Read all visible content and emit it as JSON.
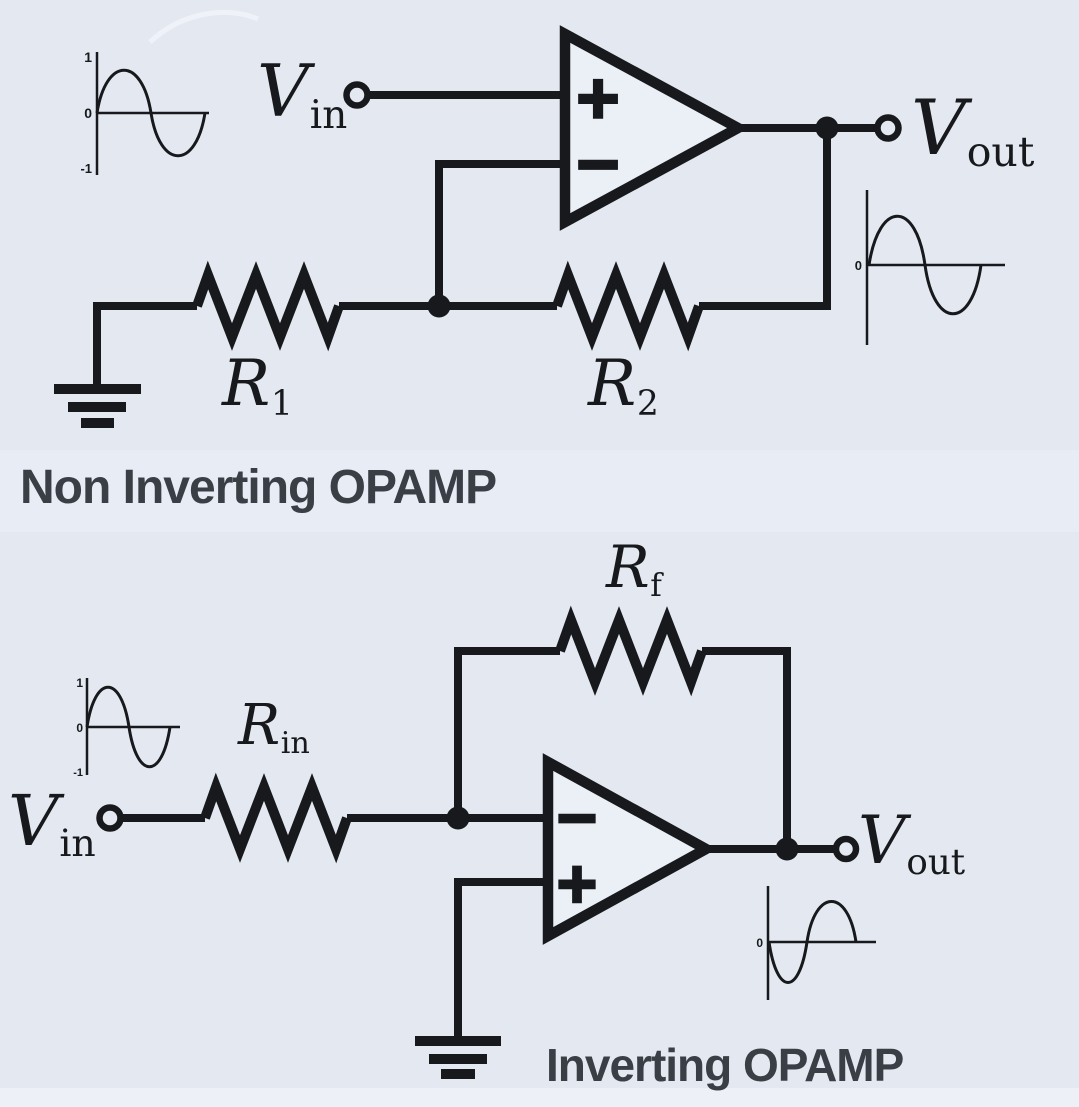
{
  "colors": {
    "background": "#e4e9f1",
    "line": "#17191d",
    "caption_text": "#3a3f46",
    "opamp_fill": "#ebf0f7"
  },
  "non_inverting_circuit": {
    "caption": "Non Inverting OPAMP",
    "vin": {
      "base": "V",
      "sub": "in"
    },
    "vout": {
      "base": "V",
      "sub": "out"
    },
    "r1": {
      "base": "R",
      "sub": "1"
    },
    "r2": {
      "base": "R",
      "sub": "2"
    },
    "opamp": {
      "noninv_input": "+",
      "inv_input": "−"
    },
    "input_wave": {
      "top_tick": "1",
      "zero_tick": "0",
      "bottom_tick": "-1",
      "shape": "sine, positive half-cycle first"
    },
    "output_wave": {
      "zero_tick": "0",
      "shape": "sine, positive half-cycle first (in phase with input)"
    }
  },
  "inverting_circuit": {
    "caption": "Inverting OPAMP",
    "vin": {
      "base": "V",
      "sub": "in"
    },
    "vout": {
      "base": "V",
      "sub": "out"
    },
    "rf": {
      "base": "R",
      "sub": "f"
    },
    "rin": {
      "base": "R",
      "sub": "in"
    },
    "opamp": {
      "inv_input": "−",
      "noninv_input": "+"
    },
    "input_wave": {
      "top_tick": "1",
      "zero_tick": "0",
      "bottom_tick": "-1",
      "shape": "sine, positive half-cycle first"
    },
    "output_wave": {
      "zero_tick": "0",
      "shape": "sine, negative half-cycle first (inverted)"
    }
  }
}
